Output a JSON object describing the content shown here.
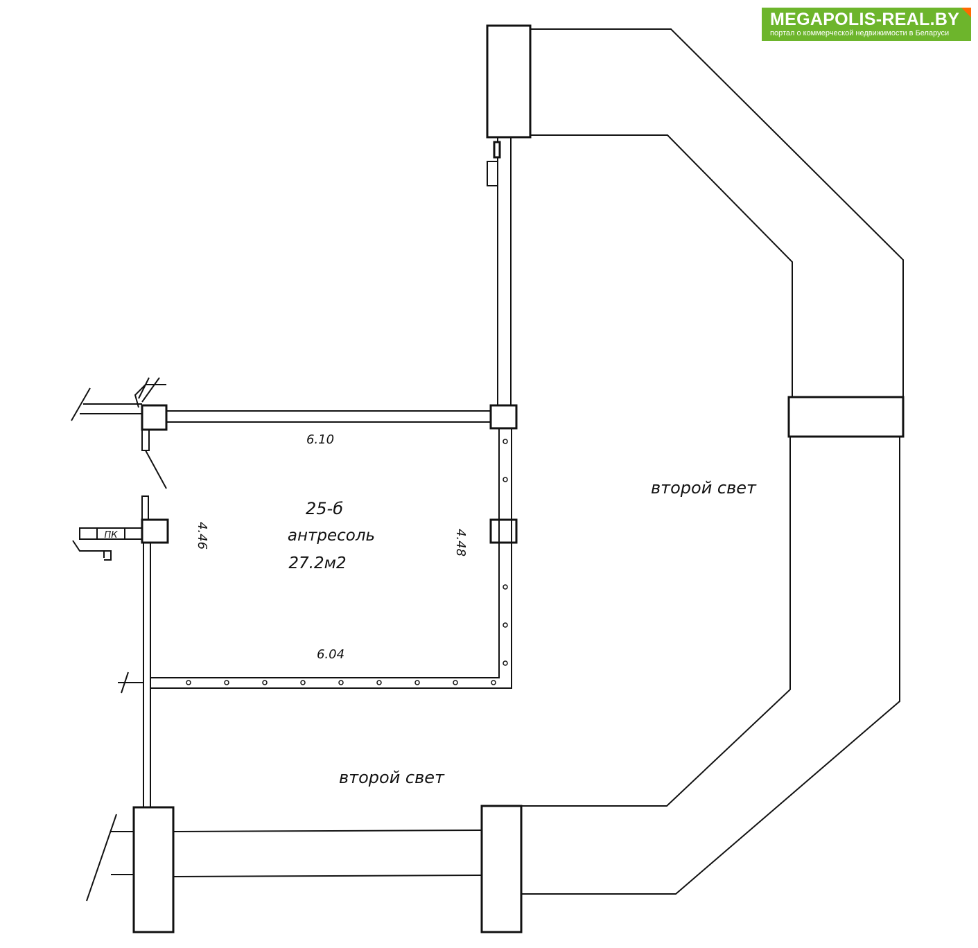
{
  "logo": {
    "title": "MEGAPOLIS-REAL.BY",
    "subtitle": "портал о коммерческой недвижимости в Беларуси",
    "color": "#6db52c",
    "corner_color": "#ff6a00"
  },
  "plan": {
    "room_number": "25-б",
    "room_name": "антресоль",
    "room_area": "27.2м2",
    "dim_top": "6.10",
    "dim_bottom": "6.04",
    "dim_left": "4.46",
    "dim_right": "4.48",
    "void_label_right": "второй свет",
    "void_label_bottom": "второй свет",
    "cabinet_label": "ПК"
  }
}
